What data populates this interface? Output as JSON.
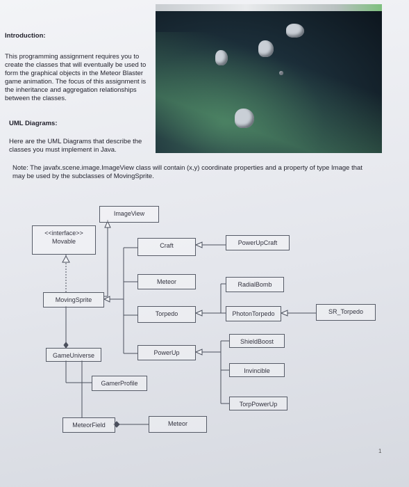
{
  "document": {
    "intro_heading": "Introduction:",
    "intro_body": "This programming assignment requires you to create the classes that will eventually be used to form the graphical objects in the Meteor Blaster game animation. The focus of this assignment is the inheritance and aggregation relationships between the classes.",
    "uml_heading": "UML Diagrams:",
    "uml_body": "Here are the UML Diagrams that describe the classes you must implement in Java.",
    "note": "Note: The javafx.scene.image.ImageView class will contain (x,y) coordinate properties and a property of type Image that may be used by the subclasses of MovingSprite.",
    "page_number": "1"
  },
  "uml": {
    "imageview": "ImageView",
    "movable_stereotype": "<<interface>>",
    "movable": "Movable",
    "movingsprite": "MovingSprite",
    "gameuniverse": "GameUniverse",
    "gamerprofile": "GamerProfile",
    "meteorfield": "MeteorField",
    "craft": "Craft",
    "meteor": "Meteor",
    "torpedo": "Torpedo",
    "powerup": "PowerUp",
    "meteor2": "Meteor",
    "powerupcraft": "PowerUpCraft",
    "radialbomb": "RadialBomb",
    "photontorpedo": "PhotonTorpedo",
    "sr_torpedo": "SR_Torpedo",
    "shieldboost": "ShieldBoost",
    "invincible": "Invincible",
    "torppowerup": "TorpPowerUp"
  },
  "colors": {
    "line": "#4a4f5c",
    "screenshot_space": "#0c141c"
  }
}
